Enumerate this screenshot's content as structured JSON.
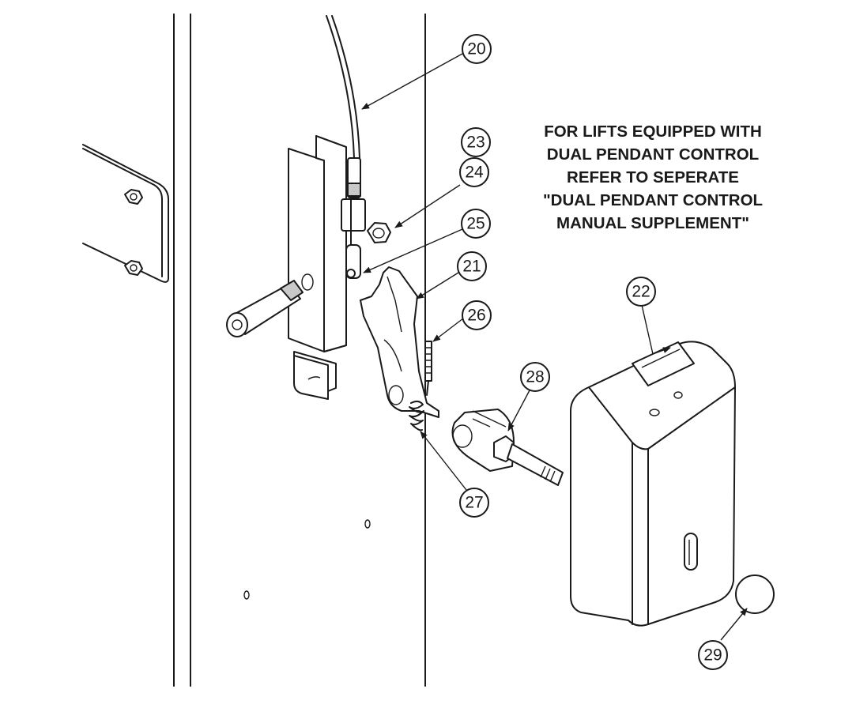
{
  "note": {
    "lines": [
      "FOR LIFTS EQUIPPED WITH",
      "DUAL PENDANT CONTROL",
      "REFER TO SEPERATE",
      "\"DUAL PENDANT CONTROL",
      "MANUAL SUPPLEMENT\""
    ]
  },
  "callouts": [
    {
      "id": "20",
      "label": "20"
    },
    {
      "id": "21",
      "label": "21"
    },
    {
      "id": "22",
      "label": "22"
    },
    {
      "id": "23",
      "label": "23"
    },
    {
      "id": "24",
      "label": "24"
    },
    {
      "id": "25",
      "label": "25"
    },
    {
      "id": "26",
      "label": "26"
    },
    {
      "id": "27",
      "label": "27"
    },
    {
      "id": "28",
      "label": "28"
    },
    {
      "id": "29",
      "label": "29"
    }
  ]
}
